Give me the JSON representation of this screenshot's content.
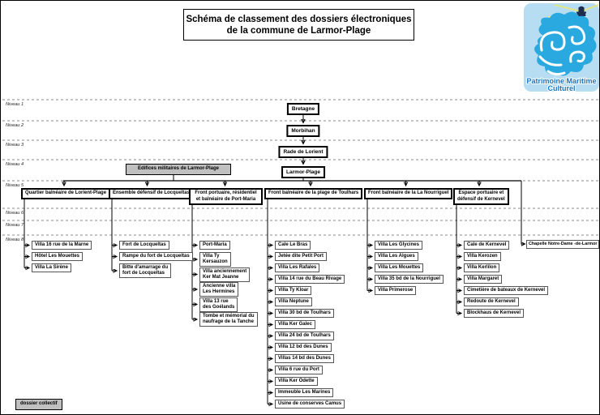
{
  "page": {
    "title_line1": "Schéma de classement des dossiers électroniques",
    "title_line2": "de la commune de Larmor-Plage"
  },
  "logo": {
    "line1": "Patrimoine Maritime",
    "line2": "Culturel",
    "bg": "#b6ddf1",
    "wave": "#2aa9e0",
    "navy": "#1e2c4e",
    "beam": "#e6e67e",
    "text_color": "#1b75bc"
  },
  "levels": [
    "Niveau 1",
    "Niveau 2",
    "Niveau 3",
    "Niveau 4",
    "Niveau 5",
    "Niveau 6",
    "Niveau 7",
    "Niveau 8"
  ],
  "chain": [
    "Bretagne",
    "Morbihan",
    "Rade de Lorient",
    "Larmor-Plage"
  ],
  "collective_box": "Edifices militaires de Larmor-Plage",
  "legend": "dossier collectif",
  "chapel": "Chapelle Notre-Dame -de-Larmor",
  "columns": [
    {
      "header": "Quartier balnéaire de Lorient-Plage",
      "items": [
        "Villa 16 rue de la Marne",
        "Hôtel Les Mouettes",
        "Villa La Sirène"
      ]
    },
    {
      "header": "Ensemble défensif de Locqueltas",
      "items": [
        "Fort de Locqueltas",
        "Rampe du fort de Locqueltas",
        "Bitte d'amarrage du\nfort de Locqueltas"
      ]
    },
    {
      "header": "Front portuaire, résidentiel\net balnéaire de Port-Maria",
      "items": [
        "Port-Maria",
        "Villa Ty\nKersauzon",
        "Villa anciennement\nKer Mat Jeanne",
        "Ancienne villa\nLes Hermines",
        "Villa 13 rue\ndes Goélands",
        "Tombe et mémorial du\nnaufrage de la Tanche"
      ]
    },
    {
      "header": "Front balnéaire de la plage de Toulhars",
      "items": [
        "Cale Le Bras",
        "Jetée dite Petit Port",
        "Villa Les Rafales",
        "Villa 14 rue du Beau Rivage",
        "Villa Ty Kloar",
        "Villa Neptune",
        "Villa 30 bd de Toulhars",
        "Villa Ker Galec",
        "Villa 24 bd de Toulhars",
        "Villa 12 bd des Dunes",
        "Villas 14 bd des Dunes",
        "Villa 6 rue du Port",
        "Villa Ker Odette",
        "Immeuble Les Marines",
        "Usine de conserves Camus"
      ]
    },
    {
      "header": "Front balnéaire de la La Nourriguel",
      "items": [
        "Villa Les Glycines",
        "Villa Les Algues",
        "Villa Les Mouettes",
        "Villa 35 bd de la Nourriguel",
        "Villa Primerose"
      ]
    },
    {
      "header": "Espace portuaire et\ndéfensif de Kernevel",
      "items": [
        "Cale de Kernevel",
        "Villa Kerozen",
        "Villa Kerlilon",
        "Villa Margaret",
        "Cimetière de bateaux de Kernevel",
        "Redoute de Kernevel",
        "Blockhaus de Kernevel"
      ]
    }
  ],
  "colors": {
    "collective_fill": "#c0c0c0",
    "line": "#000000"
  }
}
